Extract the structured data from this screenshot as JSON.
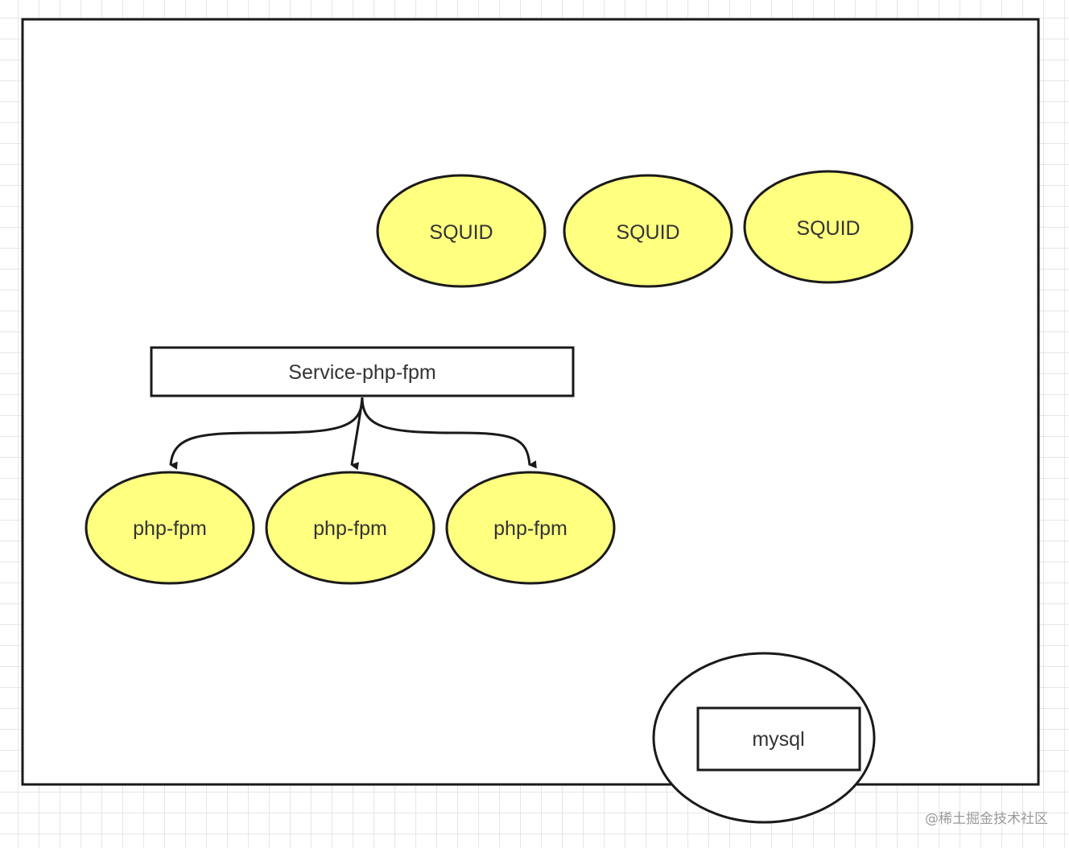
{
  "colors": {
    "node_fill": "#ffff80",
    "stroke": "#1a1a1a",
    "text": "#333333"
  },
  "diagram": {
    "squid_nodes": [
      "SQUID",
      "SQUID",
      "SQUID"
    ],
    "service": "Service-php-fpm",
    "php_fpm_nodes": [
      "php-fpm",
      "php-fpm",
      "php-fpm"
    ],
    "database": "mysql"
  },
  "watermark": "@稀土掘金技术社区"
}
